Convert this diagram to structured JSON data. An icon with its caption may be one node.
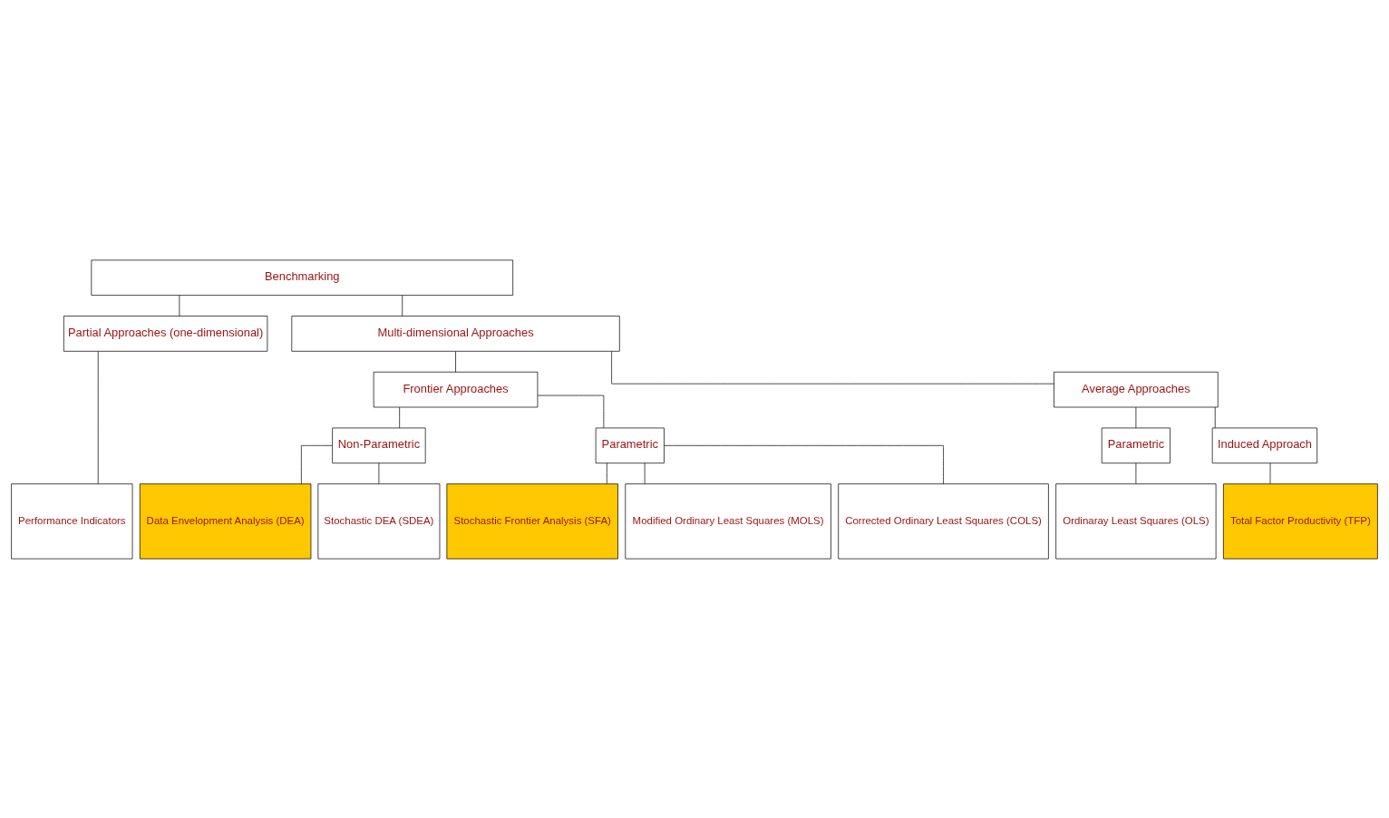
{
  "diagram": {
    "nodes": [
      {
        "text": [
          "Benchmarking"
        ]
      },
      {
        "text": [
          "Partial Approaches (one-dimensional)"
        ]
      },
      {
        "text": [
          "Multi-dimensional Approaches"
        ]
      },
      {
        "text": [
          "Frontier Approaches"
        ]
      },
      {
        "text": [
          "Average Approaches"
        ]
      },
      {
        "text": [
          "Non-Parametric"
        ]
      },
      {
        "text": [
          "Parametric"
        ]
      },
      {
        "text": [
          "Parametric"
        ]
      },
      {
        "text": [
          "Induced Approach"
        ]
      },
      {
        "text": [
          "Performance Indicators"
        ]
      },
      {
        "text": [
          "Data Envelopment Analysis (DEA)"
        ]
      },
      {
        "text": [
          "Stochastic DEA (SDEA)"
        ]
      },
      {
        "text": [
          "Stochastic Frontier Analysis (SFA)"
        ]
      },
      {
        "text": [
          "Modified Ordinary Least Squares (MOLS)"
        ]
      },
      {
        "text": [
          "Corrected Ordinary Least Squares (COLS)"
        ]
      },
      {
        "text": [
          "Ordinaray Least Squares (OLS)"
        ]
      },
      {
        "text": [
          "Total Factor Productivity (TFP)"
        ]
      }
    ],
    "edges": [
      {
        "from": 0,
        "to": 1,
        "arrow": "none"
      },
      {
        "from": 0,
        "to": 2,
        "arrow": "none"
      },
      {
        "from": 1,
        "to": 9,
        "arrow": "none"
      },
      {
        "from": 2,
        "to": 3,
        "arrow": "none"
      },
      {
        "from": 2,
        "to": 4,
        "arrow": "none"
      },
      {
        "from": 3,
        "to": 5,
        "arrow": "none"
      },
      {
        "from": 3,
        "to": 6,
        "arrow": "none"
      },
      {
        "from": 4,
        "to": 7,
        "arrow": "none"
      },
      {
        "from": 4,
        "to": 8,
        "arrow": "none"
      },
      {
        "from": 5,
        "to": 10,
        "arrow": "none"
      },
      {
        "from": 5,
        "to": 11,
        "arrow": "none"
      },
      {
        "from": 6,
        "to": 12,
        "arrow": "none"
      },
      {
        "from": 6,
        "to": 13,
        "arrow": "none"
      },
      {
        "from": 6,
        "to": 14,
        "arrow": "none"
      },
      {
        "from": 7,
        "to": 15,
        "arrow": "none"
      },
      {
        "from": 8,
        "to": 16,
        "arrow": "none"
      }
    ]
  }
}
